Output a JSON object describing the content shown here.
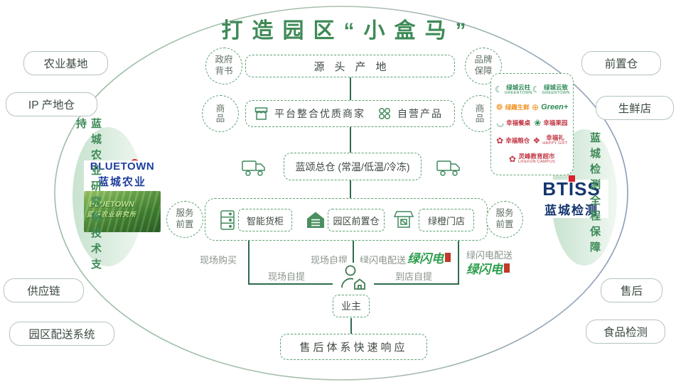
{
  "title": "打造园区“小盒马”",
  "left_panel": {
    "items": [
      "农业基地",
      "IP 产地仓",
      "供应链",
      "园区配送系统"
    ]
  },
  "right_panel": {
    "items": [
      "前置仓",
      "生鲜店",
      "售后",
      "食品检测"
    ]
  },
  "left_vertical": "蓝城农业研究所技术支持",
  "right_vertical": "蓝城检测全程保障",
  "flow": {
    "gov_endorsement": "政府背书",
    "brand_guarantee": "品牌保障",
    "source_origin": "源头产地",
    "goods_left": "商品",
    "goods_right": "商品",
    "platform_merchants": "平台整合优质商家",
    "own_products": "自营产品",
    "central_warehouse": "蓝颂总仓 (常温/低温/冷冻)",
    "service_left": "服务前置",
    "service_right": "服务前置",
    "smart_locker": "智能货柜",
    "park_front_warehouse": "园区前置仓",
    "green_orange_store": "绿橙门店",
    "owner": "业主",
    "aftersales_response": "售后体系快速响应"
  },
  "delivery_labels": {
    "onsite_buy": "现场购买",
    "onsite_pickup_left": "现场自提",
    "onsite_pickup_center": "现场自提",
    "flash_delivery_center": "绿闪电配送",
    "store_pickup": "到店自提",
    "flash_delivery_right": "绿闪电配送",
    "flash_brand_center": "绿闪电",
    "flash_brand_right": "绿闪电"
  },
  "logos": {
    "bluetown": {
      "en": "BLUETOWN",
      "cn": "蓝城农业",
      "photo_caption_en": "BLUETOWN",
      "photo_caption_cn": "蓝城农业研究所"
    },
    "btiss": {
      "en": "BTISS",
      "cn": "蓝城检测"
    },
    "cluster": [
      {
        "label": "绿城云柱",
        "sub": "GREENTOWN"
      },
      {
        "label": "绿城云致",
        "sub": "GREENTOWN"
      },
      {
        "label": "绿趣生鲜"
      },
      {
        "label": "Green+"
      },
      {
        "label": "幸福餐桌"
      },
      {
        "label": "幸福果园"
      },
      {
        "label": "幸福粮仓"
      },
      {
        "label": "幸福礼",
        "sub": "HAPPY GIFT"
      },
      {
        "label": "灵峰教育超市",
        "sub": "LIFEFUN CAMPUS"
      }
    ]
  },
  "colors": {
    "title_green": "#3e8a57",
    "dash_green": "#5ba072",
    "line_green": "#2e6b4d",
    "label_gray": "#8a948b",
    "flash_green": "#2f9e4f",
    "bluetown_blue": "#1f3f9f",
    "btiss_navy": "#15356e",
    "accent_red": "#c0392b"
  }
}
